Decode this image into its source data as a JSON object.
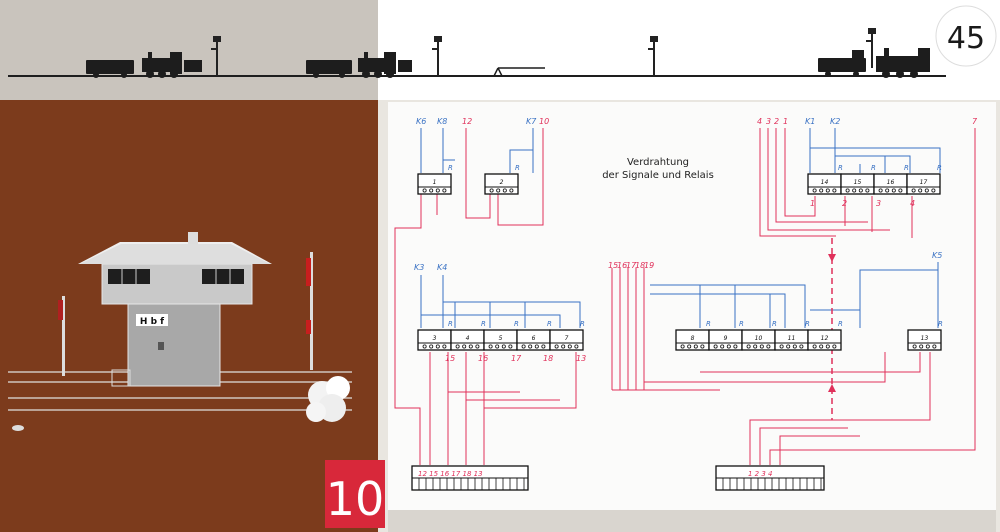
{
  "page_number": "45",
  "chapter_number": "10",
  "signal_box_sign": "H b f",
  "diagram": {
    "title_line1": "Verdrahtung",
    "title_line2": "der Signale und Relais",
    "relay_numbers": [
      "1",
      "2",
      "3",
      "4",
      "5",
      "6",
      "7",
      "8",
      "9",
      "10",
      "11",
      "12",
      "13",
      "14",
      "15",
      "16",
      "17"
    ],
    "terminal_R": "R",
    "wire_labels": {
      "top_left": [
        "K6",
        "K8",
        "12",
        "K7",
        "10"
      ],
      "top_right": [
        "4",
        "3",
        "2",
        "1",
        "K1",
        "K2",
        "7"
      ],
      "relay_block_upper": [
        "1",
        "2",
        "3",
        "4"
      ],
      "mid_left": [
        "K3",
        "K4"
      ],
      "mid_center": [
        "15",
        "16",
        "17",
        "18",
        "19"
      ],
      "mid_right": [
        "K5"
      ],
      "relay_block_left": [
        "15",
        "16",
        "17",
        "18",
        "13"
      ]
    },
    "terminal_strip_left": "12 15 16 17 18 13",
    "terminal_strip_right": "1 2 3 4"
  },
  "colors": {
    "blue_wire": "#3a72c4",
    "red_wire": "#e0305a",
    "chapter_box": "#d8283a",
    "brown_panel": "#7c3b1c"
  }
}
